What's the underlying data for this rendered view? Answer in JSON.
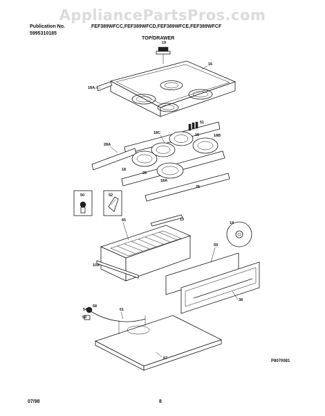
{
  "watermark": "AppliancePartsPros.com",
  "header": {
    "publication_label": "Publication No.",
    "publication_number": "5995310185",
    "models": "FEF389WFCC,FEF389WFCD,FEF389WFCE,FEF389WFCF",
    "section_title": "TOP/DRAWER"
  },
  "footer": {
    "date": "07/98",
    "page": "8",
    "figure_ref": "P8070081"
  },
  "callouts": {
    "c19": "19",
    "c16": "16",
    "c18a": "18A",
    "c51": "51",
    "c18c": "18C",
    "c15": "15",
    "c18b": "18B",
    "c28a": "28A",
    "c18": "18",
    "c26": "26",
    "c18d": "18A",
    "c25": "25",
    "c50": "50",
    "c52": "52",
    "c65": "65",
    "c13": "13",
    "c14": "14",
    "c59": "59",
    "c10a": "10A",
    "c38": "38",
    "c58": "58",
    "c54": "54",
    "c53": "53",
    "c61": "61",
    "c67": "67"
  }
}
